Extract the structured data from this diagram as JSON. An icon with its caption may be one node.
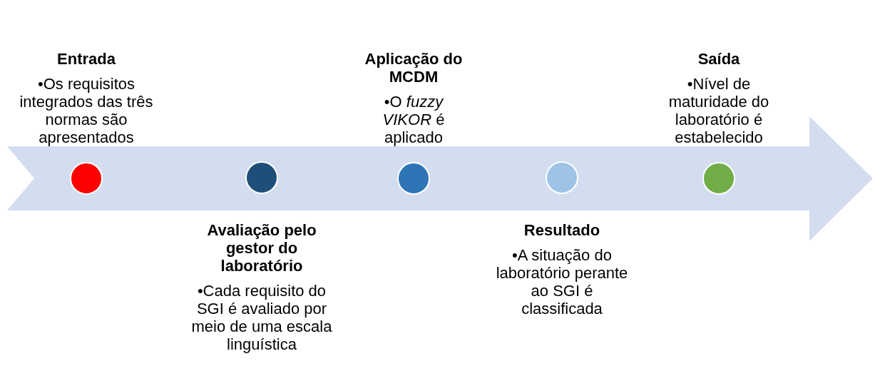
{
  "diagram": {
    "nodes": [
      {
        "text": [
          "Entrada",
          "•Os requisitos integrados das três normas são apresentados"
        ]
      },
      {
        "text": [
          "Avaliação pelo gestor do laboratório",
          "•Cada requisito do SGI é avaliado por meio de uma escala linguística"
        ]
      },
      {
        "text": [
          "Aplicação do MCDM",
          "•O *fuzzy VIKOR* é aplicado"
        ]
      },
      {
        "text": [
          "Resultado",
          "•A situação do laboratório perante ao SGI é classificada"
        ]
      },
      {
        "text": [
          "Saída",
          "•Nível de maturidade do laboratório é estabelecido"
        ]
      }
    ],
    "edges": []
  }
}
